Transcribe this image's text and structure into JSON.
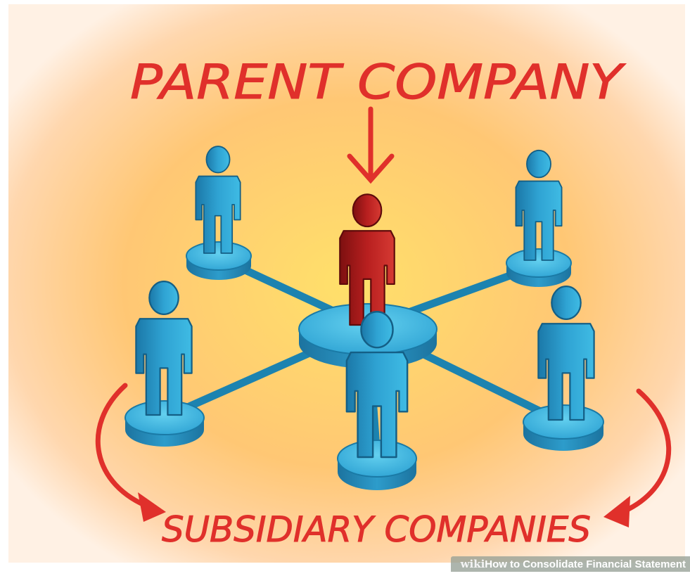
{
  "labels": {
    "top": "PARENT COMPANY",
    "bottom": "SUBSIDIARY COMPANIES"
  },
  "watermark": {
    "brand_a": "wiki",
    "brand_b": "How",
    "title": "to Consolidate Financial Statement"
  },
  "colors": {
    "label_red": "#e0302b",
    "parent_figure": "#b81f1f",
    "subsidiary_figure": "#2f9fcf",
    "link": "#1f86b0",
    "background_glow": "#ffd55a"
  }
}
